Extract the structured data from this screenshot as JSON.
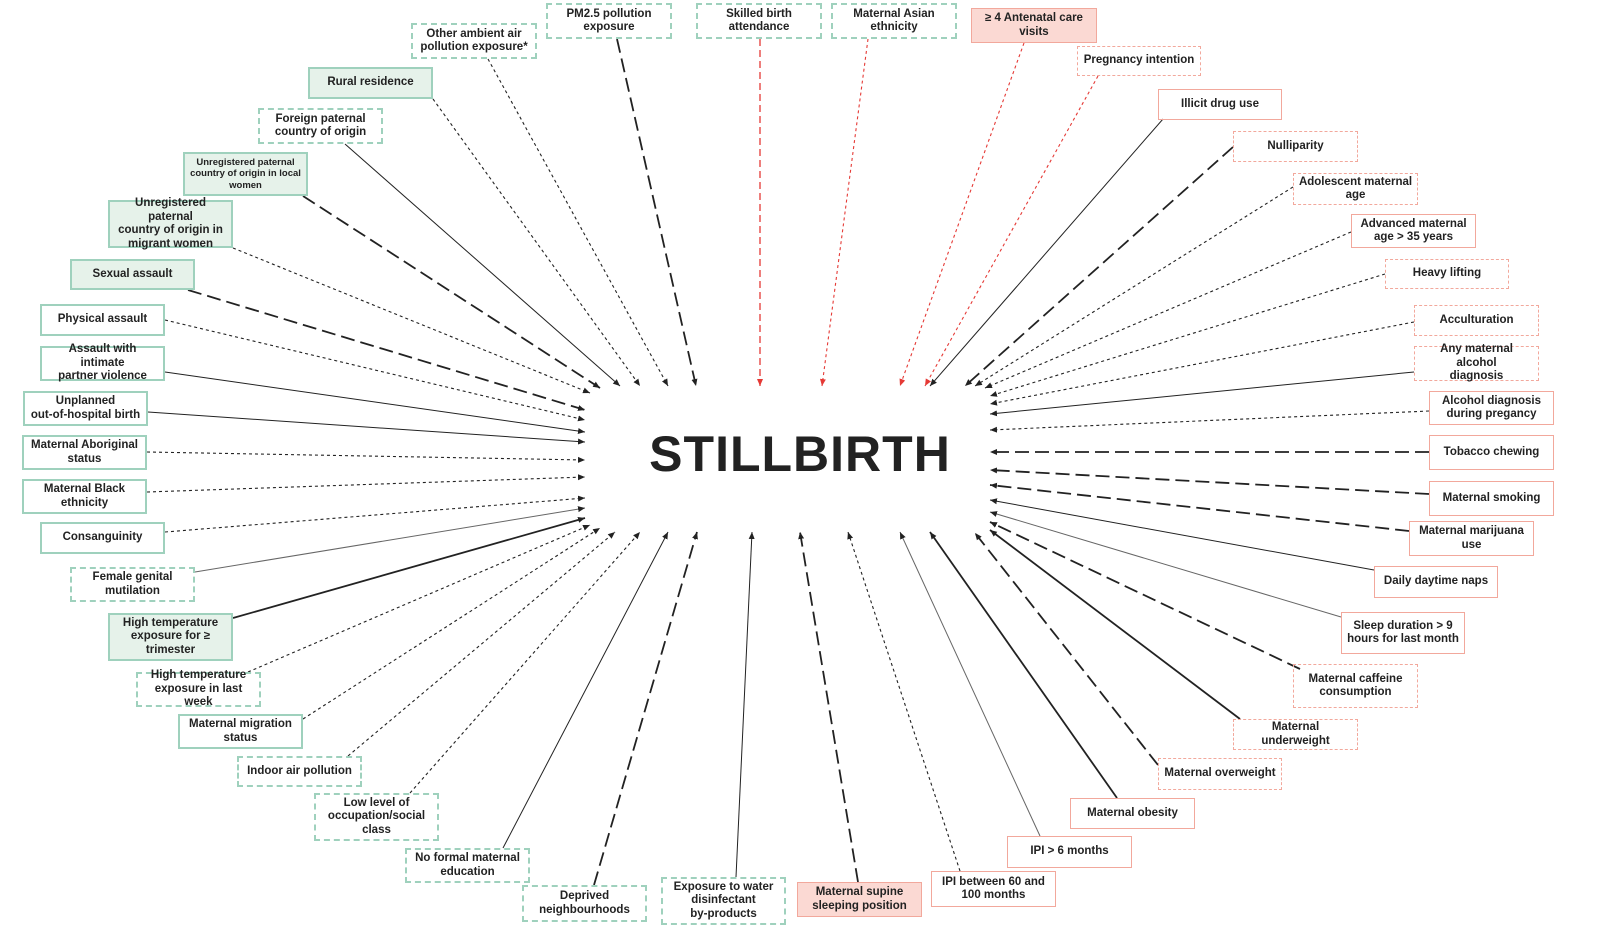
{
  "center_label": "STILLBIRTH",
  "colors": {
    "protective": "#9fd1bd",
    "risk": "#f2a89c",
    "protective_fill": "#e6f2ea",
    "risk_fill": "#fbd9d3",
    "risk_arrow": "#e53935",
    "arrow": "#222222"
  },
  "factors": [
    {
      "id": "pm25",
      "label": "PM2.5 pollution\nexposure",
      "group": "protective",
      "border": "dashed",
      "fill": false,
      "line": "long-dash"
    },
    {
      "id": "other-air",
      "label": "Other ambient air\npollution exposure*",
      "group": "protective",
      "border": "dashed",
      "fill": false,
      "line": "dotted"
    },
    {
      "id": "skilled-birth",
      "label": "Skilled birth\nattendance",
      "group": "protective",
      "border": "dashed",
      "fill": false,
      "line": "red-dash"
    },
    {
      "id": "asian",
      "label": "Maternal Asian\nethnicity",
      "group": "protective",
      "border": "dashed",
      "fill": false,
      "line": "red-dot"
    },
    {
      "id": "antenatal",
      "label": "≥ 4 Antenatal  care\nvisits",
      "group": "risk",
      "border": "solid",
      "fill": true,
      "line": "red-dot"
    },
    {
      "id": "pregnancy-intention",
      "label": "Pregnancy intention",
      "group": "risk",
      "border": "dashed",
      "fill": false,
      "line": "red-dot"
    },
    {
      "id": "rural",
      "label": "Rural  residence",
      "group": "protective",
      "border": "solid",
      "fill": true,
      "line": "dotted"
    },
    {
      "id": "illicit",
      "label": "Illicit drug use",
      "group": "risk",
      "border": "solid",
      "fill": false,
      "line": "solid"
    },
    {
      "id": "foreign-paternal",
      "label": "Foreign paternal\ncountry of origin",
      "group": "protective",
      "border": "dashed",
      "fill": false,
      "line": "solid"
    },
    {
      "id": "nulliparity",
      "label": "Nulliparity",
      "group": "risk",
      "border": "dashed",
      "fill": false,
      "line": "long-dash"
    },
    {
      "id": "unreg-local",
      "label": "Unregistered paternal\ncountry of origin in local\nwomen",
      "group": "protective",
      "border": "solid",
      "fill": true,
      "line": "long-dash",
      "small": true
    },
    {
      "id": "adolescent",
      "label": "Adolescent maternal\nage",
      "group": "risk",
      "border": "dashed",
      "fill": false,
      "line": "dotted"
    },
    {
      "id": "unreg-migrant",
      "label": "Unregistered paternal\ncountry of origin in\nmigrant women",
      "group": "protective",
      "border": "solid",
      "fill": true,
      "line": "dotted"
    },
    {
      "id": "advanced-age",
      "label": "Advanced maternal\nage > 35 years",
      "group": "risk",
      "border": "solid",
      "fill": false,
      "line": "dotted"
    },
    {
      "id": "sexual-assault",
      "label": "Sexual  assault",
      "group": "protective",
      "border": "solid",
      "fill": true,
      "line": "long-dash"
    },
    {
      "id": "heavy-lifting",
      "label": "Heavy lifting",
      "group": "risk",
      "border": "dashed",
      "fill": false,
      "line": "dotted"
    },
    {
      "id": "physical-assault",
      "label": "Physical  assault",
      "group": "protective",
      "border": "solid",
      "fill": false,
      "line": "dotted"
    },
    {
      "id": "acculturation",
      "label": "Acculturation",
      "group": "risk",
      "border": "dashed",
      "fill": false,
      "line": "dotted"
    },
    {
      "id": "ipv",
      "label": "Assault with intimate\npartner violence",
      "group": "protective",
      "border": "solid",
      "fill": false,
      "line": "solid"
    },
    {
      "id": "alcohol-any",
      "label": "Any maternal alcohol\ndiagnosis",
      "group": "risk",
      "border": "dashed",
      "fill": false,
      "line": "solid"
    },
    {
      "id": "unplanned-birth",
      "label": "Unplanned\nout-of-hospital birth",
      "group": "protective",
      "border": "solid",
      "fill": false,
      "line": "solid"
    },
    {
      "id": "alcohol-pregnancy",
      "label": "Alcohol diagnosis\nduring pregancy",
      "group": "risk",
      "border": "solid",
      "fill": false,
      "line": "dotted"
    },
    {
      "id": "aboriginal",
      "label": "Maternal Aboriginal\nstatus",
      "group": "protective",
      "border": "solid",
      "fill": false,
      "line": "dotted"
    },
    {
      "id": "tobacco-chewing",
      "label": "Tobacco chewing",
      "group": "risk",
      "border": "solid",
      "fill": false,
      "line": "long-dash"
    },
    {
      "id": "black",
      "label": "Maternal Black\nethnicity",
      "group": "protective",
      "border": "solid",
      "fill": false,
      "line": "dotted"
    },
    {
      "id": "smoking",
      "label": "Maternal smoking",
      "group": "risk",
      "border": "solid",
      "fill": false,
      "line": "long-dash"
    },
    {
      "id": "consanguinity",
      "label": "Consanguinity",
      "group": "protective",
      "border": "solid",
      "fill": false,
      "line": "dotted"
    },
    {
      "id": "marijuana",
      "label": "Maternal marijuana\nuse",
      "group": "risk",
      "border": "solid",
      "fill": false,
      "line": "long-dash"
    },
    {
      "id": "fgm",
      "label": "Female  genital\nmutilation",
      "group": "protective",
      "border": "dashed",
      "fill": false,
      "line": "solid-gray"
    },
    {
      "id": "daytime-naps",
      "label": "Daily daytime naps",
      "group": "risk",
      "border": "solid",
      "fill": false,
      "line": "solid"
    },
    {
      "id": "high-temp-trimester",
      "label": "High  temperature\nexposure for ≥\ntrimester",
      "group": "protective",
      "border": "solid",
      "fill": true,
      "line": "solid-thick"
    },
    {
      "id": "sleep-duration",
      "label": "Sleep duration > 9\nhours for last month",
      "group": "risk",
      "border": "solid",
      "fill": false,
      "line": "solid-gray"
    },
    {
      "id": "high-temp-week",
      "label": "High temperature\nexposure in last week",
      "group": "protective",
      "border": "dashed",
      "fill": false,
      "line": "dotted"
    },
    {
      "id": "caffeine",
      "label": "Maternal caffeine\nconsumption",
      "group": "risk",
      "border": "dashed",
      "fill": false,
      "line": "long-dash"
    },
    {
      "id": "migration",
      "label": "Maternal migration\nstatus",
      "group": "protective",
      "border": "solid",
      "fill": false,
      "line": "dotted"
    },
    {
      "id": "underweight",
      "label": "Maternal underweight",
      "group": "risk",
      "border": "dashed",
      "fill": false,
      "line": "solid-thick"
    },
    {
      "id": "indoor-air",
      "label": "Indoor air pollution",
      "group": "protective",
      "border": "dashed",
      "fill": false,
      "line": "dotted"
    },
    {
      "id": "overweight",
      "label": "Maternal overweight",
      "group": "risk",
      "border": "dashed",
      "fill": false,
      "line": "long-dash"
    },
    {
      "id": "low-occupation",
      "label": "Low level of\noccupation/social\nclass",
      "group": "protective",
      "border": "dashed",
      "fill": false,
      "line": "dotted"
    },
    {
      "id": "obesity",
      "label": "Maternal obesity",
      "group": "risk",
      "border": "solid",
      "fill": false,
      "line": "solid-thick"
    },
    {
      "id": "no-education",
      "label": "No formal maternal\neducation",
      "group": "protective",
      "border": "dashed",
      "fill": false,
      "line": "solid"
    },
    {
      "id": "ipi-6",
      "label": "IPI > 6 months",
      "group": "risk",
      "border": "solid",
      "fill": false,
      "line": "solid-gray"
    },
    {
      "id": "deprived",
      "label": "Deprived\nneighbourhoods",
      "group": "protective",
      "border": "dashed",
      "fill": false,
      "line": "long-dash"
    },
    {
      "id": "ipi-60-100",
      "label": "IPI between 60 and\n100 months",
      "group": "risk",
      "border": "solid",
      "fill": false,
      "line": "dotted"
    },
    {
      "id": "water-disinfectant",
      "label": "Exposure to water\ndisinfectant\nby-products",
      "group": "protective",
      "border": "dashed",
      "fill": false,
      "line": "solid"
    },
    {
      "id": "supine",
      "label": "Maternal supine\nsleeping position",
      "group": "risk",
      "border": "solid",
      "fill": true,
      "line": "long-dash"
    }
  ]
}
